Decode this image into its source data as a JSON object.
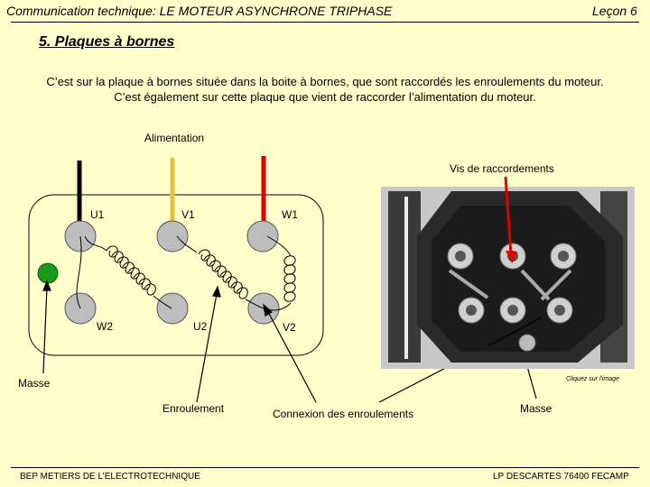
{
  "header": {
    "course_title": "Communication technique: LE MOTEUR ASYNCHRONE TRIPHASE",
    "lesson": "Leçon 6"
  },
  "section": {
    "title": "5. Plaques à bornes",
    "paragraph_line1": "C’est sur la plaque à bornes située dans la boite à bornes, que sont raccordés les enroulements du moteur.",
    "paragraph_line2": "C’est également sur cette plaque que vient de raccorder l’alimentation du moteur."
  },
  "diagram": {
    "supply_label": "Alimentation",
    "screws_label": "Vis de raccordements",
    "terminals": {
      "u1": "U1",
      "v1": "V1",
      "w1": "W1",
      "w2": "W2",
      "u2": "U2",
      "v2": "V2"
    },
    "ground_label_left": "Masse",
    "winding_label": "Enroulement",
    "connection_label": "Connexion des enroulements",
    "ground_label_right": "Masse",
    "photo_caption": "Cliquez sur l'image",
    "colors": {
      "wire_u": "#000000",
      "wire_v": "#e8c040",
      "wire_w": "#dd0000",
      "terminal": "#bdbdbd",
      "ground": "#1a9a1a",
      "pointer_arrow": "#dd0000"
    }
  },
  "footer": {
    "left": "BEP METIERS DE L’ELECTROTECHNIQUE",
    "right": "LP DESCARTES 76400 FECAMP"
  }
}
